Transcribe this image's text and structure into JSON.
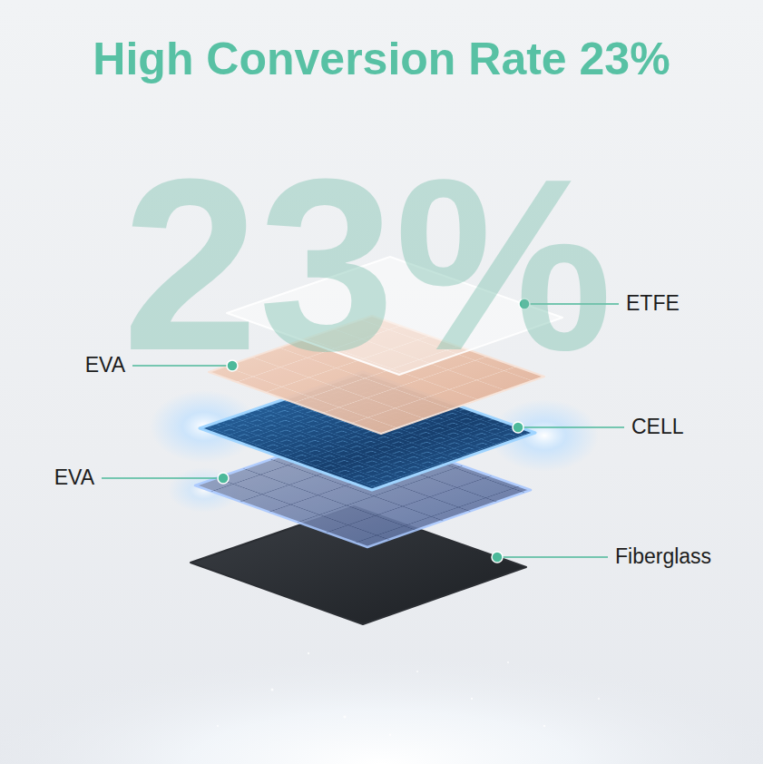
{
  "diagram": {
    "title": "High Conversion Rate 23%",
    "labels": [
      "23%",
      "ETFE",
      "EVA",
      "CELL",
      "EVA",
      "Fiberglass"
    ]
  }
}
